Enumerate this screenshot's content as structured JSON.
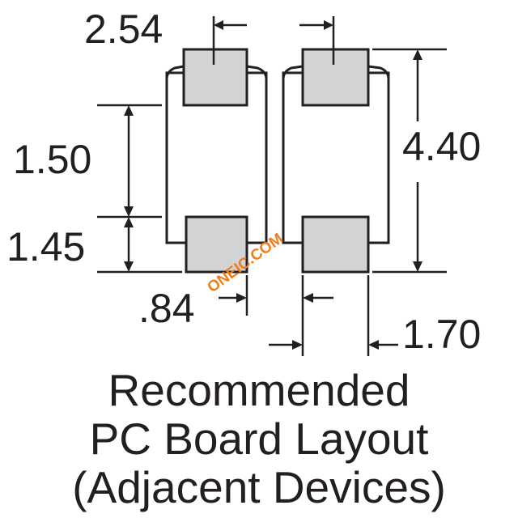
{
  "colors": {
    "ink": "#231f20",
    "pad_fill": "#d1d3d4",
    "watermark": "#f07d1a"
  },
  "dimensions": {
    "pad_width": "2.54",
    "outer_pitch": "4.40",
    "inner_spacing": "1.50",
    "pad_length": "1.45",
    "gap": ".84",
    "adjacent_gap": "1.70"
  },
  "caption": {
    "line1": "Recommended",
    "line2": "PC Board Layout",
    "line3": "(Adjacent Devices)"
  },
  "watermark": "ONEIC.COM"
}
